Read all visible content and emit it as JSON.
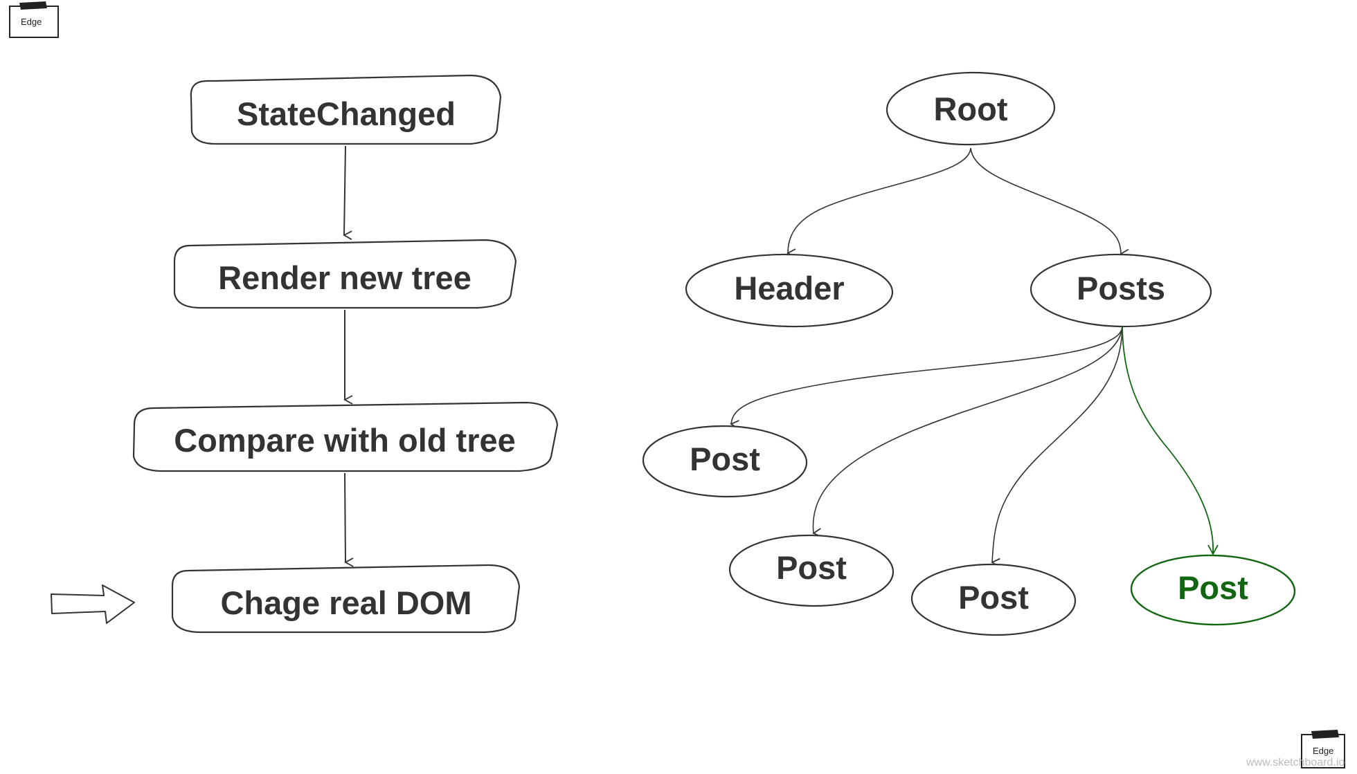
{
  "colors": {
    "ink": "#333333",
    "highlight": "#116611"
  },
  "badges": {
    "top_left": "Edge",
    "bottom_right": "Edge"
  },
  "watermark": "www.sketchboard.io",
  "flow": {
    "steps": [
      {
        "label": "StateChanged"
      },
      {
        "label": "Render new tree"
      },
      {
        "label": "Compare with old tree"
      },
      {
        "label": "Chage real DOM"
      }
    ],
    "pointer_icon": "right-arrow-icon"
  },
  "tree": {
    "root": {
      "label": "Root"
    },
    "header": {
      "label": "Header"
    },
    "posts": {
      "label": "Posts"
    },
    "children": [
      {
        "label": "Post",
        "highlighted": false
      },
      {
        "label": "Post",
        "highlighted": false
      },
      {
        "label": "Post",
        "highlighted": false
      },
      {
        "label": "Post",
        "highlighted": true
      }
    ]
  }
}
